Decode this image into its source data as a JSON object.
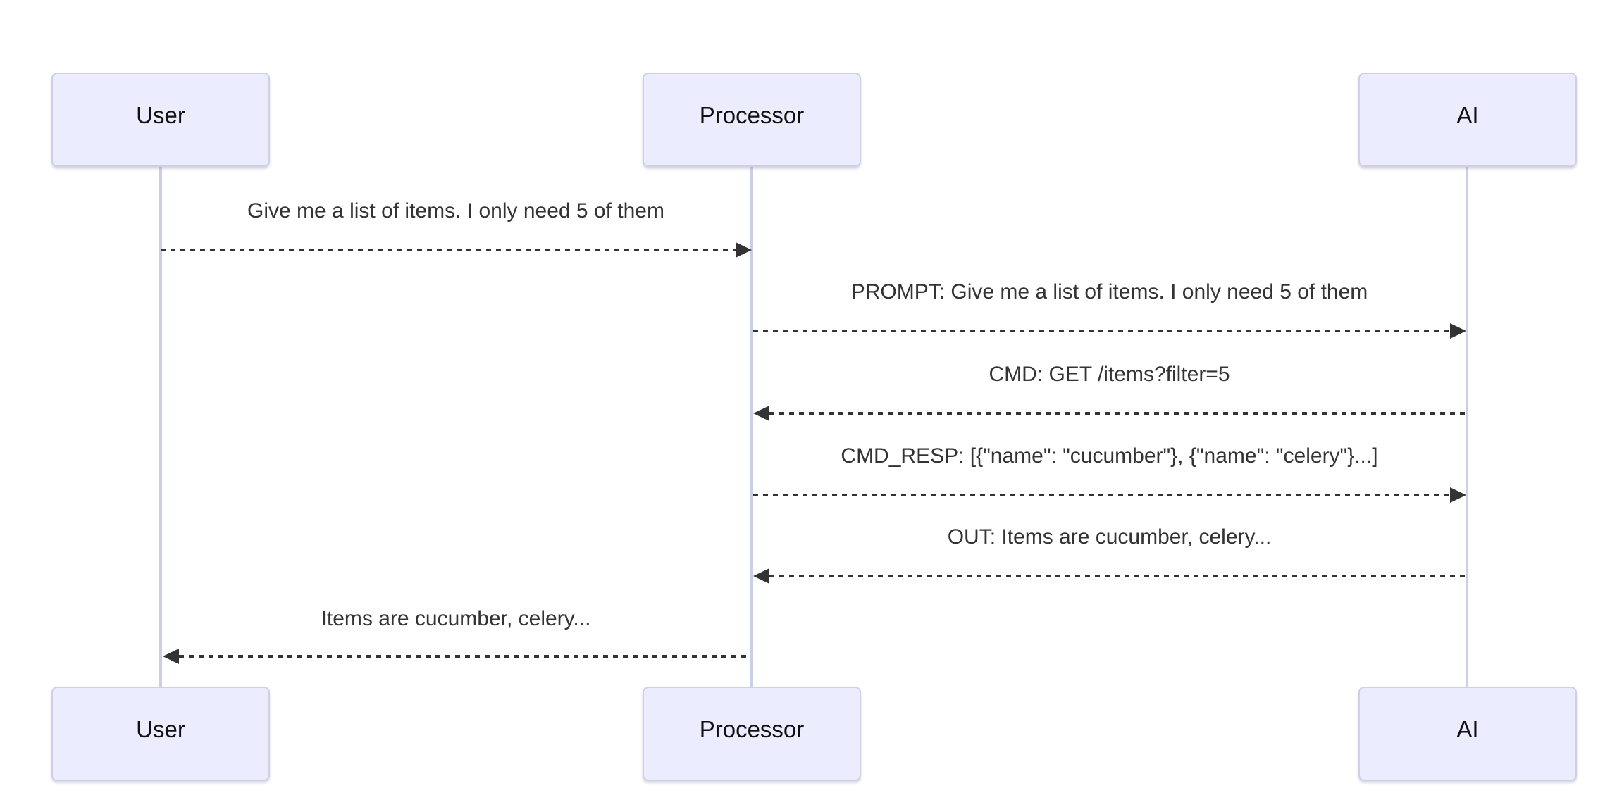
{
  "diagram": {
    "type": "sequence-diagram",
    "colors": {
      "background": "#ffffff",
      "actor_fill": "#ECECFF",
      "actor_border": "#CFCFE6",
      "lifeline": "#CCCCEB",
      "arrow": "#333333",
      "text": "#333333"
    },
    "actors": [
      {
        "id": "user",
        "label": "User"
      },
      {
        "id": "processor",
        "label": "Processor"
      },
      {
        "id": "ai",
        "label": "AI"
      }
    ],
    "messages": [
      {
        "from": "User",
        "to": "Processor",
        "line": "dashed",
        "text": "Give me a list of items. I only need 5 of them"
      },
      {
        "from": "Processor",
        "to": "AI",
        "line": "dashed",
        "text": "PROMPT: Give me a list of items. I only need 5 of them"
      },
      {
        "from": "AI",
        "to": "Processor",
        "line": "dashed",
        "text": "CMD: GET /items?filter=5"
      },
      {
        "from": "Processor",
        "to": "AI",
        "line": "dashed",
        "text": "CMD_RESP: [{\"name\": \"cucumber\"}, {\"name\": \"celery\"}...]"
      },
      {
        "from": "AI",
        "to": "Processor",
        "line": "dashed",
        "text": "OUT: Items are cucumber, celery..."
      },
      {
        "from": "Processor",
        "to": "User",
        "line": "dashed",
        "text": "Items are cucumber, celery..."
      }
    ]
  }
}
